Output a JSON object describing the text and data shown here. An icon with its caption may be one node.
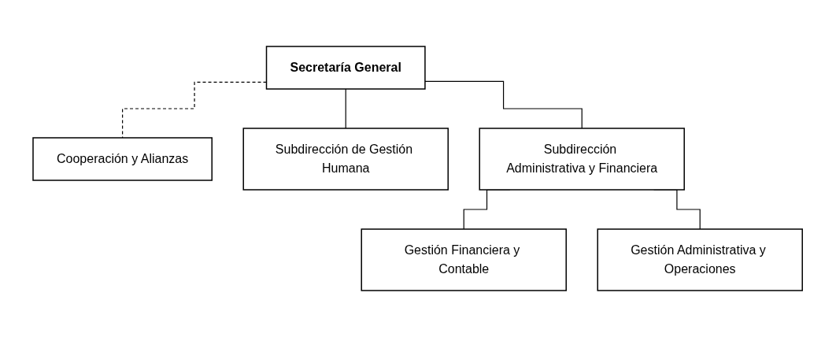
{
  "diagram": {
    "nodes": [
      {
        "text": [
          "Secretaría General"
        ]
      },
      {
        "text": [
          "Cooperación y Alianzas"
        ]
      },
      {
        "text": [
          "Subdirección de Gestión Humana"
        ]
      },
      {
        "text": [
          "Subdirección Administrativa y Financiera"
        ]
      },
      {
        "text": [
          "Gestión Financiera y Contable"
        ]
      },
      {
        "text": [
          "Gestión Administrativa y Operaciones"
        ]
      }
    ],
    "edges": [
      {
        "from": 0,
        "to": 1,
        "arrow": "none",
        "style": "dashed"
      },
      {
        "from": 0,
        "to": 2,
        "arrow": "none"
      },
      {
        "from": 0,
        "to": 3,
        "arrow": "none"
      },
      {
        "from": 3,
        "to": 4,
        "arrow": "none"
      },
      {
        "from": 3,
        "to": 5,
        "arrow": "none"
      }
    ]
  }
}
